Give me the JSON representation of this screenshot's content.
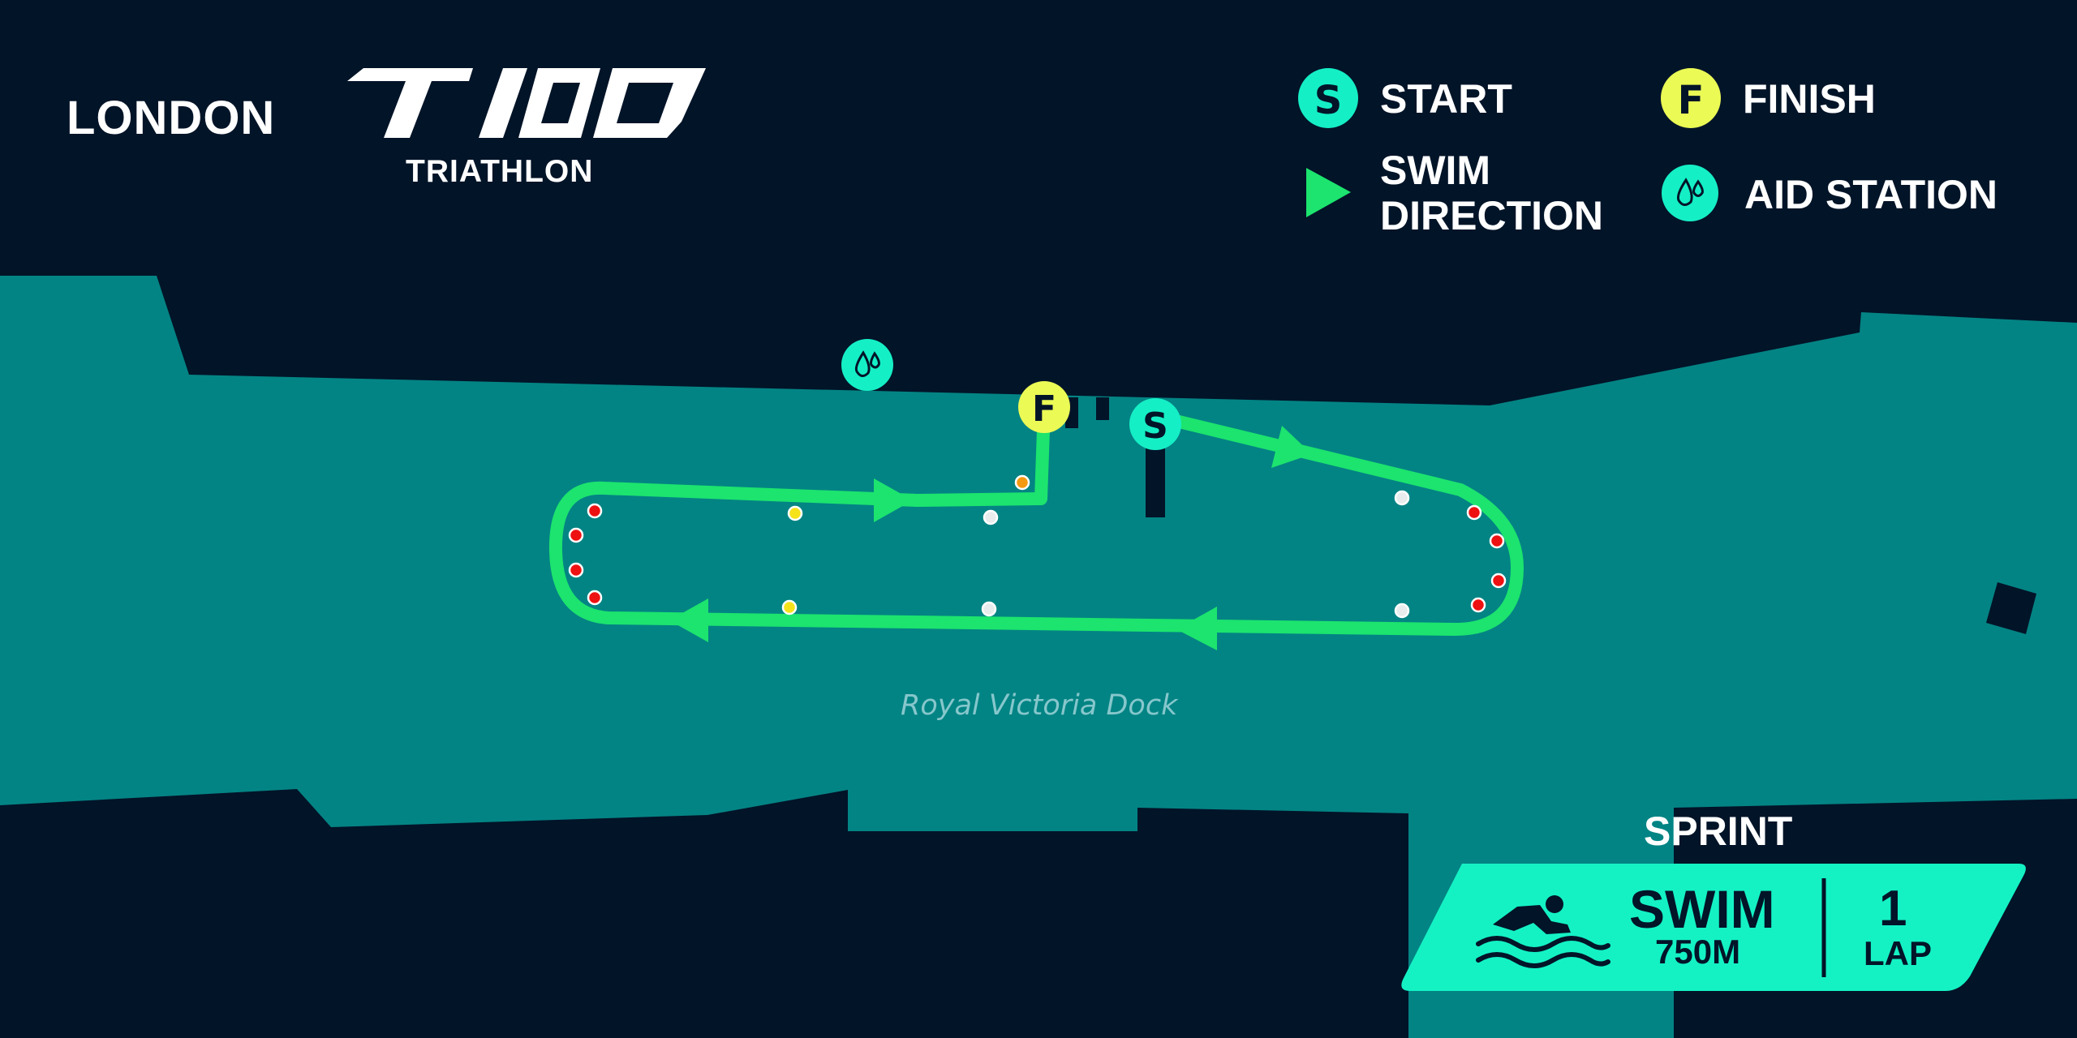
{
  "title": {
    "city": "LONDON",
    "brand": "T100",
    "subtitle": "TRIATHLON"
  },
  "legend": [
    {
      "key": "start",
      "icon": "start-marker-icon",
      "symbol": "S",
      "label": "START"
    },
    {
      "key": "finish",
      "icon": "finish-marker-icon",
      "symbol": "F",
      "label": "FINISH"
    },
    {
      "key": "swim-direction",
      "icon": "direction-arrow-icon",
      "label_line1": "SWIM",
      "label_line2": "DIRECTION"
    },
    {
      "key": "aid-station",
      "icon": "water-drops-icon",
      "label": "AID STATION"
    }
  ],
  "map": {
    "water_body": "Royal Victoria Dock",
    "start_symbol": "S",
    "finish_symbol": "F"
  },
  "race": {
    "distance_name": "SPRINT",
    "discipline": "SWIM",
    "distance": "750M",
    "laps": "1",
    "lap_unit": "LAP",
    "icon": "swimmer-icon"
  },
  "colors": {
    "background": "#021428",
    "water": "#038484",
    "route": "#1ce46e",
    "start_marker": "#15efc6",
    "finish_marker": "#ebfa55",
    "aid_marker": "#15efc6",
    "info_box": "#14f2c4",
    "buoy_red": "#ee1111",
    "buoy_yellow": "#f5e21b",
    "buoy_white": "#e8ecec",
    "buoy_orange": "#f39a12",
    "dock_label": "#86c7cc"
  }
}
